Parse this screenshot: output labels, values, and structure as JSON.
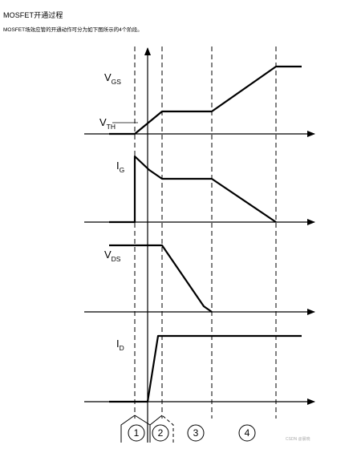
{
  "header": {
    "title": "MOSFET开通过程",
    "subtitle": "MOSFET场效应管的开通动作可分为如下图所示的4个阶段。"
  },
  "diagram": {
    "signals": [
      {
        "name": "V",
        "subscript": "GS"
      },
      {
        "name": "V",
        "subscript": "TH"
      },
      {
        "name": "I",
        "subscript": "G"
      },
      {
        "name": "V",
        "subscript": "DS"
      },
      {
        "name": "I",
        "subscript": "D"
      }
    ],
    "stages": [
      "1",
      "2",
      "3",
      "4"
    ]
  },
  "watermark": "CSDN @晨晓"
}
